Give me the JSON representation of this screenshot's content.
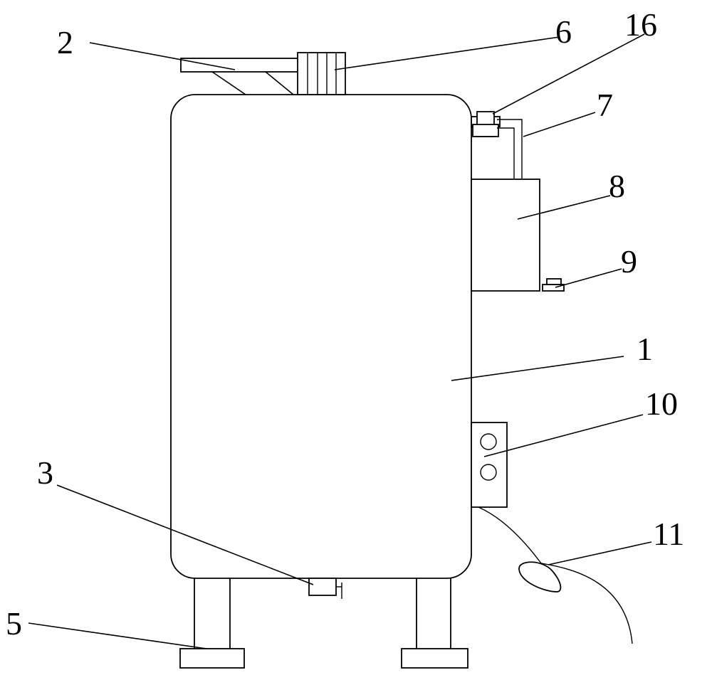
{
  "labels": {
    "l1": "1",
    "l2": "2",
    "l3": "3",
    "l5": "5",
    "l6": "6",
    "l7": "7",
    "l8": "8",
    "l9": "9",
    "l10": "10",
    "l11": "11",
    "l16": "16"
  },
  "colors": {
    "stroke": "#000000",
    "background": "#ffffff"
  }
}
